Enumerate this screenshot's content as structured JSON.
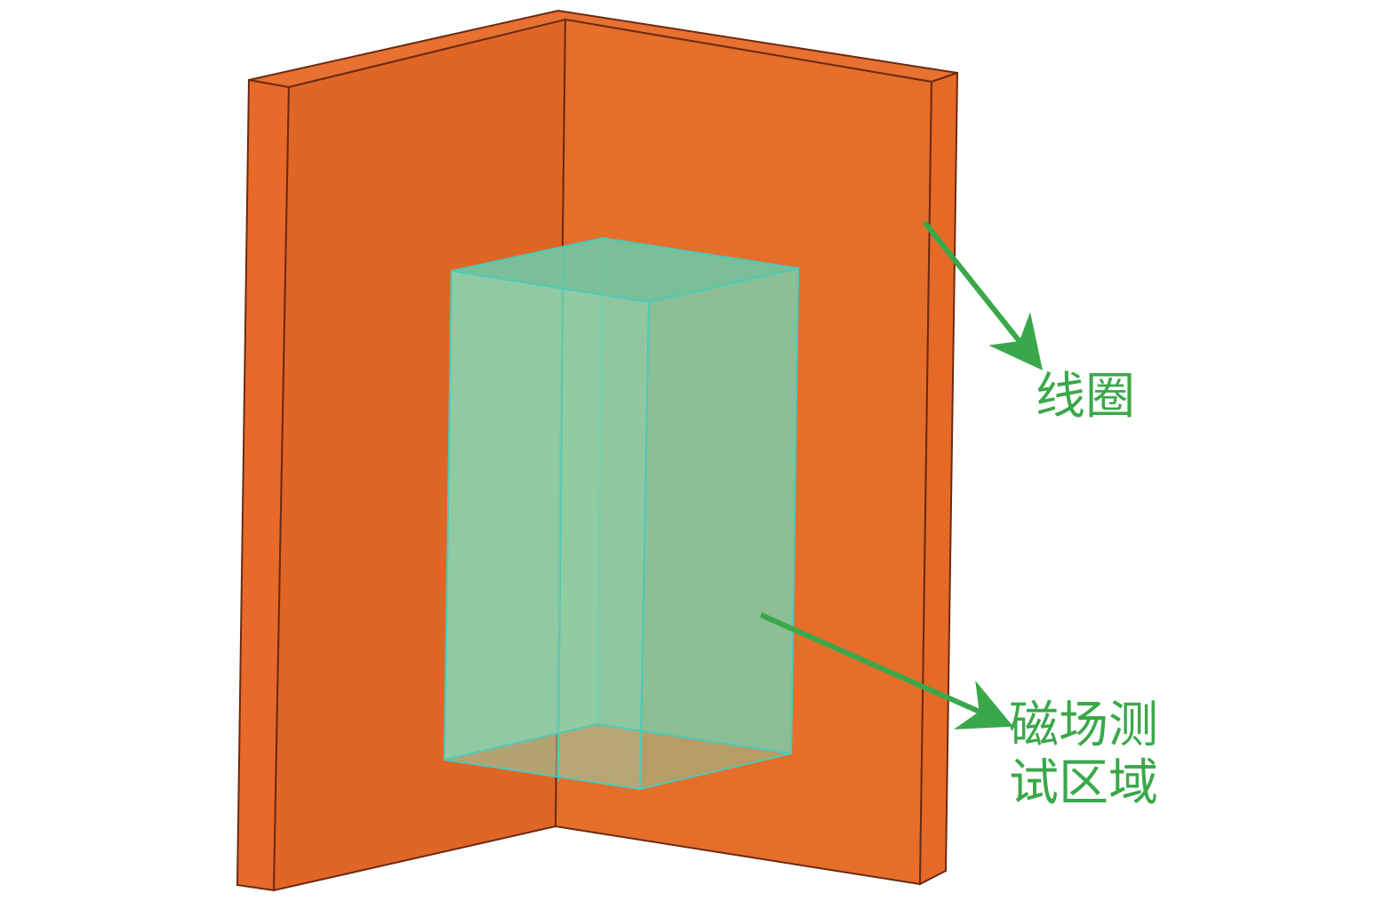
{
  "labels": {
    "coil": "线圈",
    "test_region_line1": "磁场测",
    "test_region_line2": "试区域"
  },
  "colors": {
    "coil_face_left": "#e06626",
    "coil_face_right": "#e66e2b",
    "coil_edge": "#e86a2a",
    "coil_outline": "#6b2a12",
    "region_fill": "#7fd0a8",
    "region_edge": "#4fc9b8",
    "annotation": "#3aa84a",
    "background": "#ffffff"
  }
}
